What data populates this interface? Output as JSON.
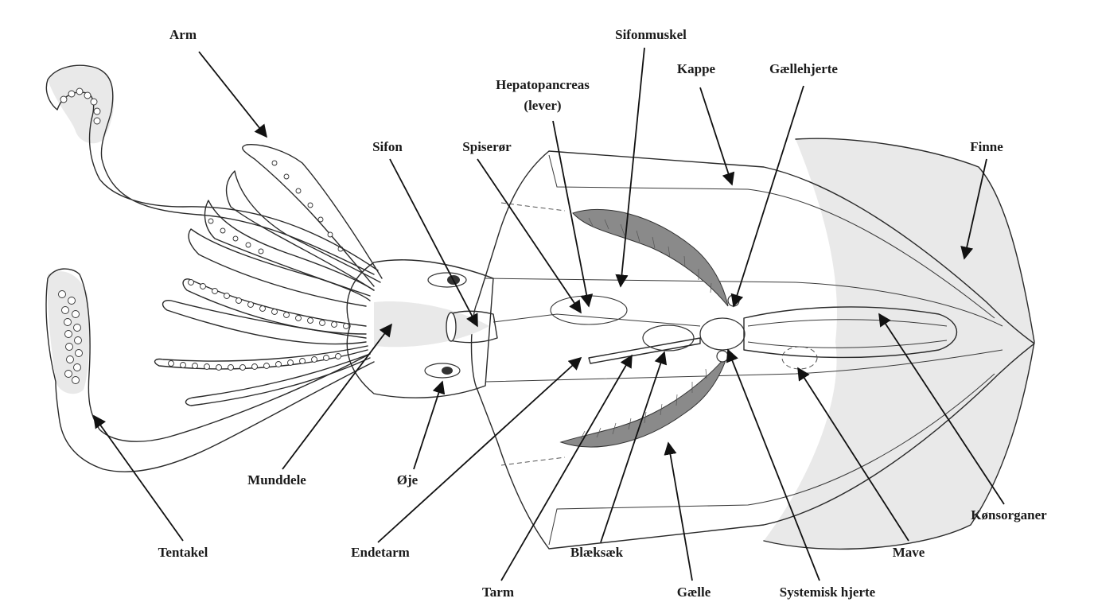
{
  "diagram": {
    "labels": {
      "arm": "Arm",
      "sifonmuskel": "Sifonmuskel",
      "kappe": "Kappe",
      "gaellehjerte": "Gællehjerte",
      "hepatopancreas_line1": "Hepatopancreas",
      "hepatopancreas_line2": "(lever)",
      "sifon": "Sifon",
      "spiseroer": "Spiserør",
      "finne": "Finne",
      "munddele": "Munddele",
      "oeje": "Øje",
      "koensorganer": "Kønsorganer",
      "tentakel": "Tentakel",
      "endetarm": "Endetarm",
      "blaeksaek": "Blæksæk",
      "mave": "Mave",
      "tarm": "Tarm",
      "gaelle": "Gælle",
      "systemisk_hjerte": "Systemisk hjerte"
    },
    "colors": {
      "line": "#2a2a2a",
      "gill_fill": "#8a8a8a",
      "background": "#ffffff"
    }
  }
}
